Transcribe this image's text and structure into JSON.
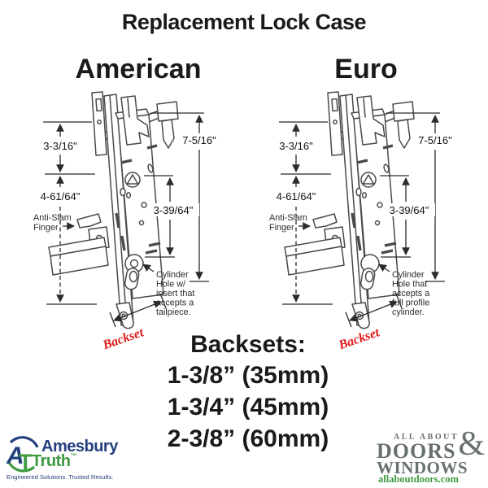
{
  "title": "Replacement Lock Case",
  "headings": {
    "american": "American",
    "euro": "Euro"
  },
  "dimensions": {
    "upper": "3-3/16\"",
    "lower": "4-61/64\"",
    "total": "7-5/16\"",
    "spindle_to_cylinder": "3-39/64\"",
    "backset": "Backset"
  },
  "anti_slam": {
    "line1": "Anti-Slam",
    "line2": "Finger"
  },
  "american": {
    "note": [
      "Cylinder",
      "Hole w/",
      "insert that",
      "accepts a",
      "tailpiece."
    ]
  },
  "euro": {
    "note": [
      "Cylinder",
      "Hole that",
      "accepts a",
      "full profile",
      "cylinder."
    ]
  },
  "backsets": {
    "heading": "Backsets:",
    "items": [
      "1-3/8” (35mm)",
      "1-3/4” (45mm)",
      "2-3/8” (60mm)"
    ]
  },
  "logos": {
    "amesburytruth": {
      "monogram_a": "A",
      "monogram_t": "T",
      "name_top": "Amesbury",
      "name_bottom": "Truth",
      "trademark": "™",
      "tagline": "Engineered Solutions. Trusted Results."
    },
    "allaboutdoors": {
      "line1": "ALL ABOUT",
      "line2": "DOORS",
      "ampersand": "&",
      "line3": "WINDOWS",
      "website": "allaboutdoors.com"
    }
  },
  "colors": {
    "backset_red": "#e01818",
    "amesbury_blue": "#24407e",
    "truth_green": "#3f9b3f",
    "logo_gray": "#687070",
    "diagram_line": "#4a4a4a"
  }
}
